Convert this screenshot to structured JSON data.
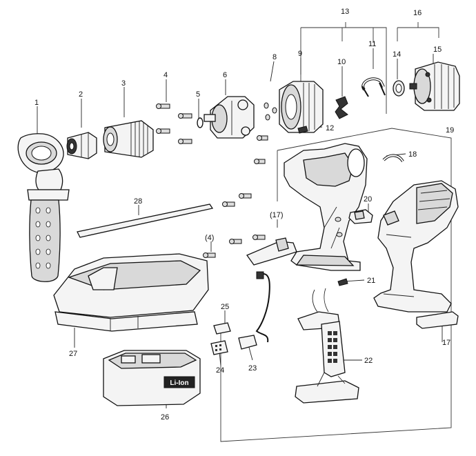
{
  "callouts": {
    "p1": "1",
    "p2": "2",
    "p3": "3",
    "p4": "4",
    "p5": "5",
    "p6": "6",
    "p8": "8",
    "p9": "9",
    "p10": "10",
    "p11": "11",
    "p12": "12",
    "p13": "13",
    "p14": "14",
    "p15": "15",
    "p16": "16",
    "p17a": "(17)",
    "p17b": "17",
    "p18": "18",
    "p19": "19",
    "p20": "20",
    "p21": "21",
    "p22": "22",
    "p23": "23",
    "p24": "24",
    "p25": "25",
    "p26": "26",
    "p27": "27",
    "p28": "28",
    "p4b": "(4)"
  },
  "battery_label": "Li-Ion"
}
